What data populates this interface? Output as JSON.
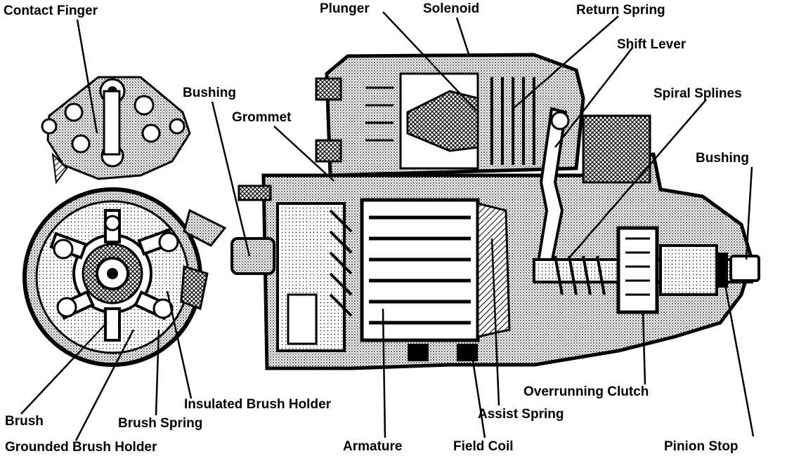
{
  "labels": {
    "contact_finger": "Contact Finger",
    "plunger": "Plunger",
    "solenoid": "Solenoid",
    "return_spring": "Return Spring",
    "shift_lever": "Shift Lever",
    "bushing_left": "Bushing",
    "spiral_splines": "Spiral Splines",
    "grommet": "Grommet",
    "bushing_right": "Bushing",
    "overrunning_clutch": "Overrunning Clutch",
    "insulated_brush_holder": "Insulated Brush Holder",
    "brush": "Brush",
    "assist_spring": "Assist Spring",
    "brush_spring": "Brush Spring",
    "grounded_brush_holder": "Grounded Brush Holder",
    "armature": "Armature",
    "field_coil": "Field Coil",
    "pinion_stop": "Pinion Stop"
  },
  "colors": {
    "ink": "#000000",
    "paper": "#ffffff",
    "shade_light": "#cfcfcf",
    "shade_mid": "#9a9a9a",
    "shade_dark": "#5a5a5a"
  }
}
